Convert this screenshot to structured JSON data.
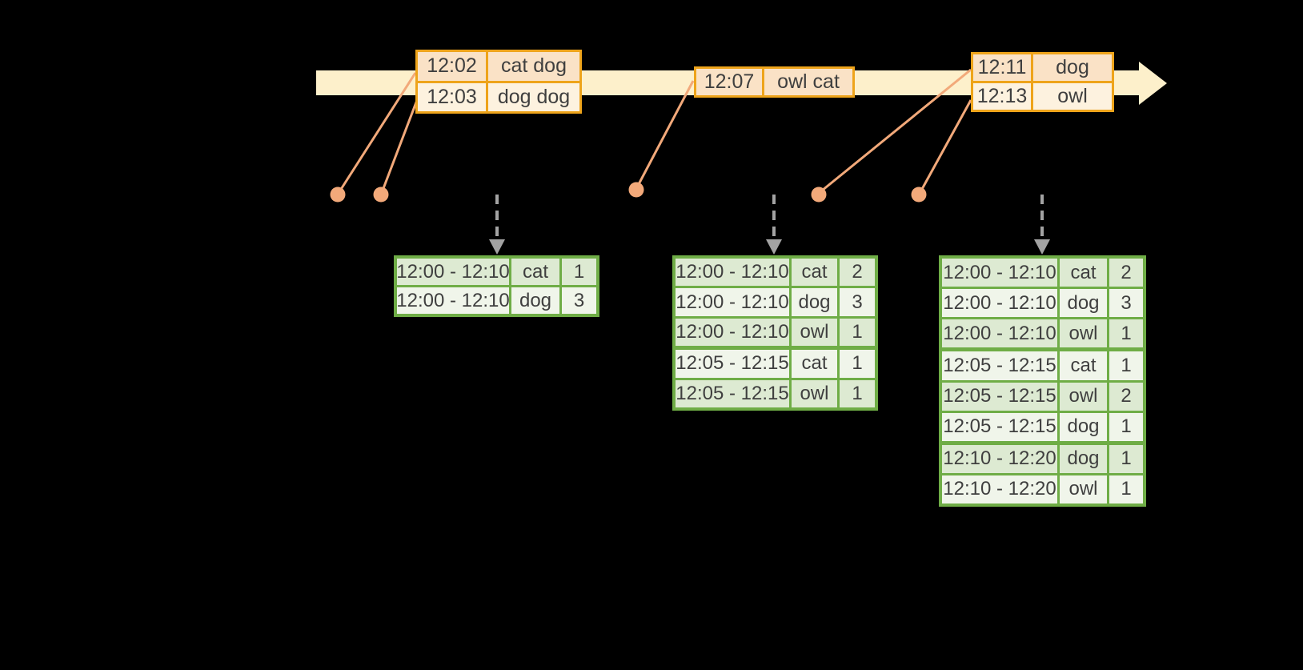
{
  "palette": {
    "bar": "#FDF0CB",
    "orange_border": "#EEA41B",
    "peach": "#FAE2C6",
    "cream": "#FDF2DF",
    "green_border": "#6FAD46",
    "green_dark": "#DDEAD2",
    "green_light": "#F0F5EA",
    "connector": "#F2A97A",
    "arrow_gray": "#A3A3A3",
    "text": "#3F3F3F"
  },
  "event_tables": [
    {
      "rows": [
        {
          "time": "12:02",
          "words": "cat dog"
        },
        {
          "time": "12:03",
          "words": "dog dog"
        }
      ]
    },
    {
      "rows": [
        {
          "time": "12:07",
          "words": "owl cat"
        }
      ]
    },
    {
      "rows": [
        {
          "time": "12:11",
          "words": "dog"
        },
        {
          "time": "12:13",
          "words": "owl"
        }
      ]
    }
  ],
  "result_tables": [
    {
      "rows": [
        {
          "window": "12:00 - 12:10",
          "word": "cat",
          "count": "1",
          "new_window": false
        },
        {
          "window": "12:00 - 12:10",
          "word": "dog",
          "count": "3",
          "new_window": false
        }
      ]
    },
    {
      "rows": [
        {
          "window": "12:00 - 12:10",
          "word": "cat",
          "count": "2",
          "new_window": false
        },
        {
          "window": "12:00 - 12:10",
          "word": "dog",
          "count": "3",
          "new_window": false
        },
        {
          "window": "12:00 - 12:10",
          "word": "owl",
          "count": "1",
          "new_window": false
        },
        {
          "window": "12:05 - 12:15",
          "word": "cat",
          "count": "1",
          "new_window": true
        },
        {
          "window": "12:05 - 12:15",
          "word": "owl",
          "count": "1",
          "new_window": false
        }
      ]
    },
    {
      "rows": [
        {
          "window": "12:00 - 12:10",
          "word": "cat",
          "count": "2",
          "new_window": false
        },
        {
          "window": "12:00 - 12:10",
          "word": "dog",
          "count": "3",
          "new_window": false
        },
        {
          "window": "12:00 - 12:10",
          "word": "owl",
          "count": "1",
          "new_window": false
        },
        {
          "window": "12:05 - 12:15",
          "word": "cat",
          "count": "1",
          "new_window": true
        },
        {
          "window": "12:05 - 12:15",
          "word": "owl",
          "count": "2",
          "new_window": false
        },
        {
          "window": "12:05 - 12:15",
          "word": "dog",
          "count": "1",
          "new_window": false
        },
        {
          "window": "12:10 - 12:20",
          "word": "dog",
          "count": "1",
          "new_window": true
        },
        {
          "window": "12:10 - 12:20",
          "word": "owl",
          "count": "1",
          "new_window": false
        }
      ]
    }
  ]
}
